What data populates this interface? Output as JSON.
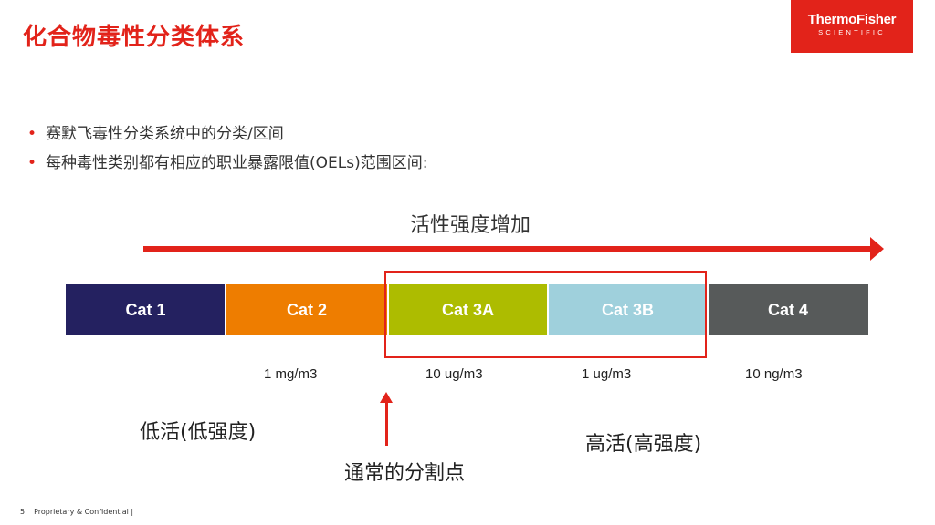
{
  "title": "化合物毒性分类体系",
  "logo": {
    "line1": "ThermoFisher",
    "line2": "SCIENTIFIC",
    "color": "#e2231a"
  },
  "bullets": [
    "赛默飞毒性分类系统中的分类/区间",
    "每种毒性类别都有相应的职业暴露限值(OELs)范围区间:"
  ],
  "arrow_label": "活性强度增加",
  "categories": [
    {
      "label": "Cat 1",
      "color": "#242160"
    },
    {
      "label": "Cat 2",
      "color": "#ee7d00"
    },
    {
      "label": "Cat 3A",
      "color": "#adbc00"
    },
    {
      "label": "Cat 3B",
      "color": "#9fd0dc"
    },
    {
      "label": "Cat 4",
      "color": "#575a5a"
    }
  ],
  "limits": [
    "1 mg/m3",
    "10 ug/m3",
    "1 ug/m3",
    "10 ng/m3"
  ],
  "low_label": "低活(低强度)",
  "high_label": "高活(高强度)",
  "cutoff_label": "通常的分割点",
  "footer": {
    "page": "5",
    "text": "Proprietary & Confidential |"
  }
}
